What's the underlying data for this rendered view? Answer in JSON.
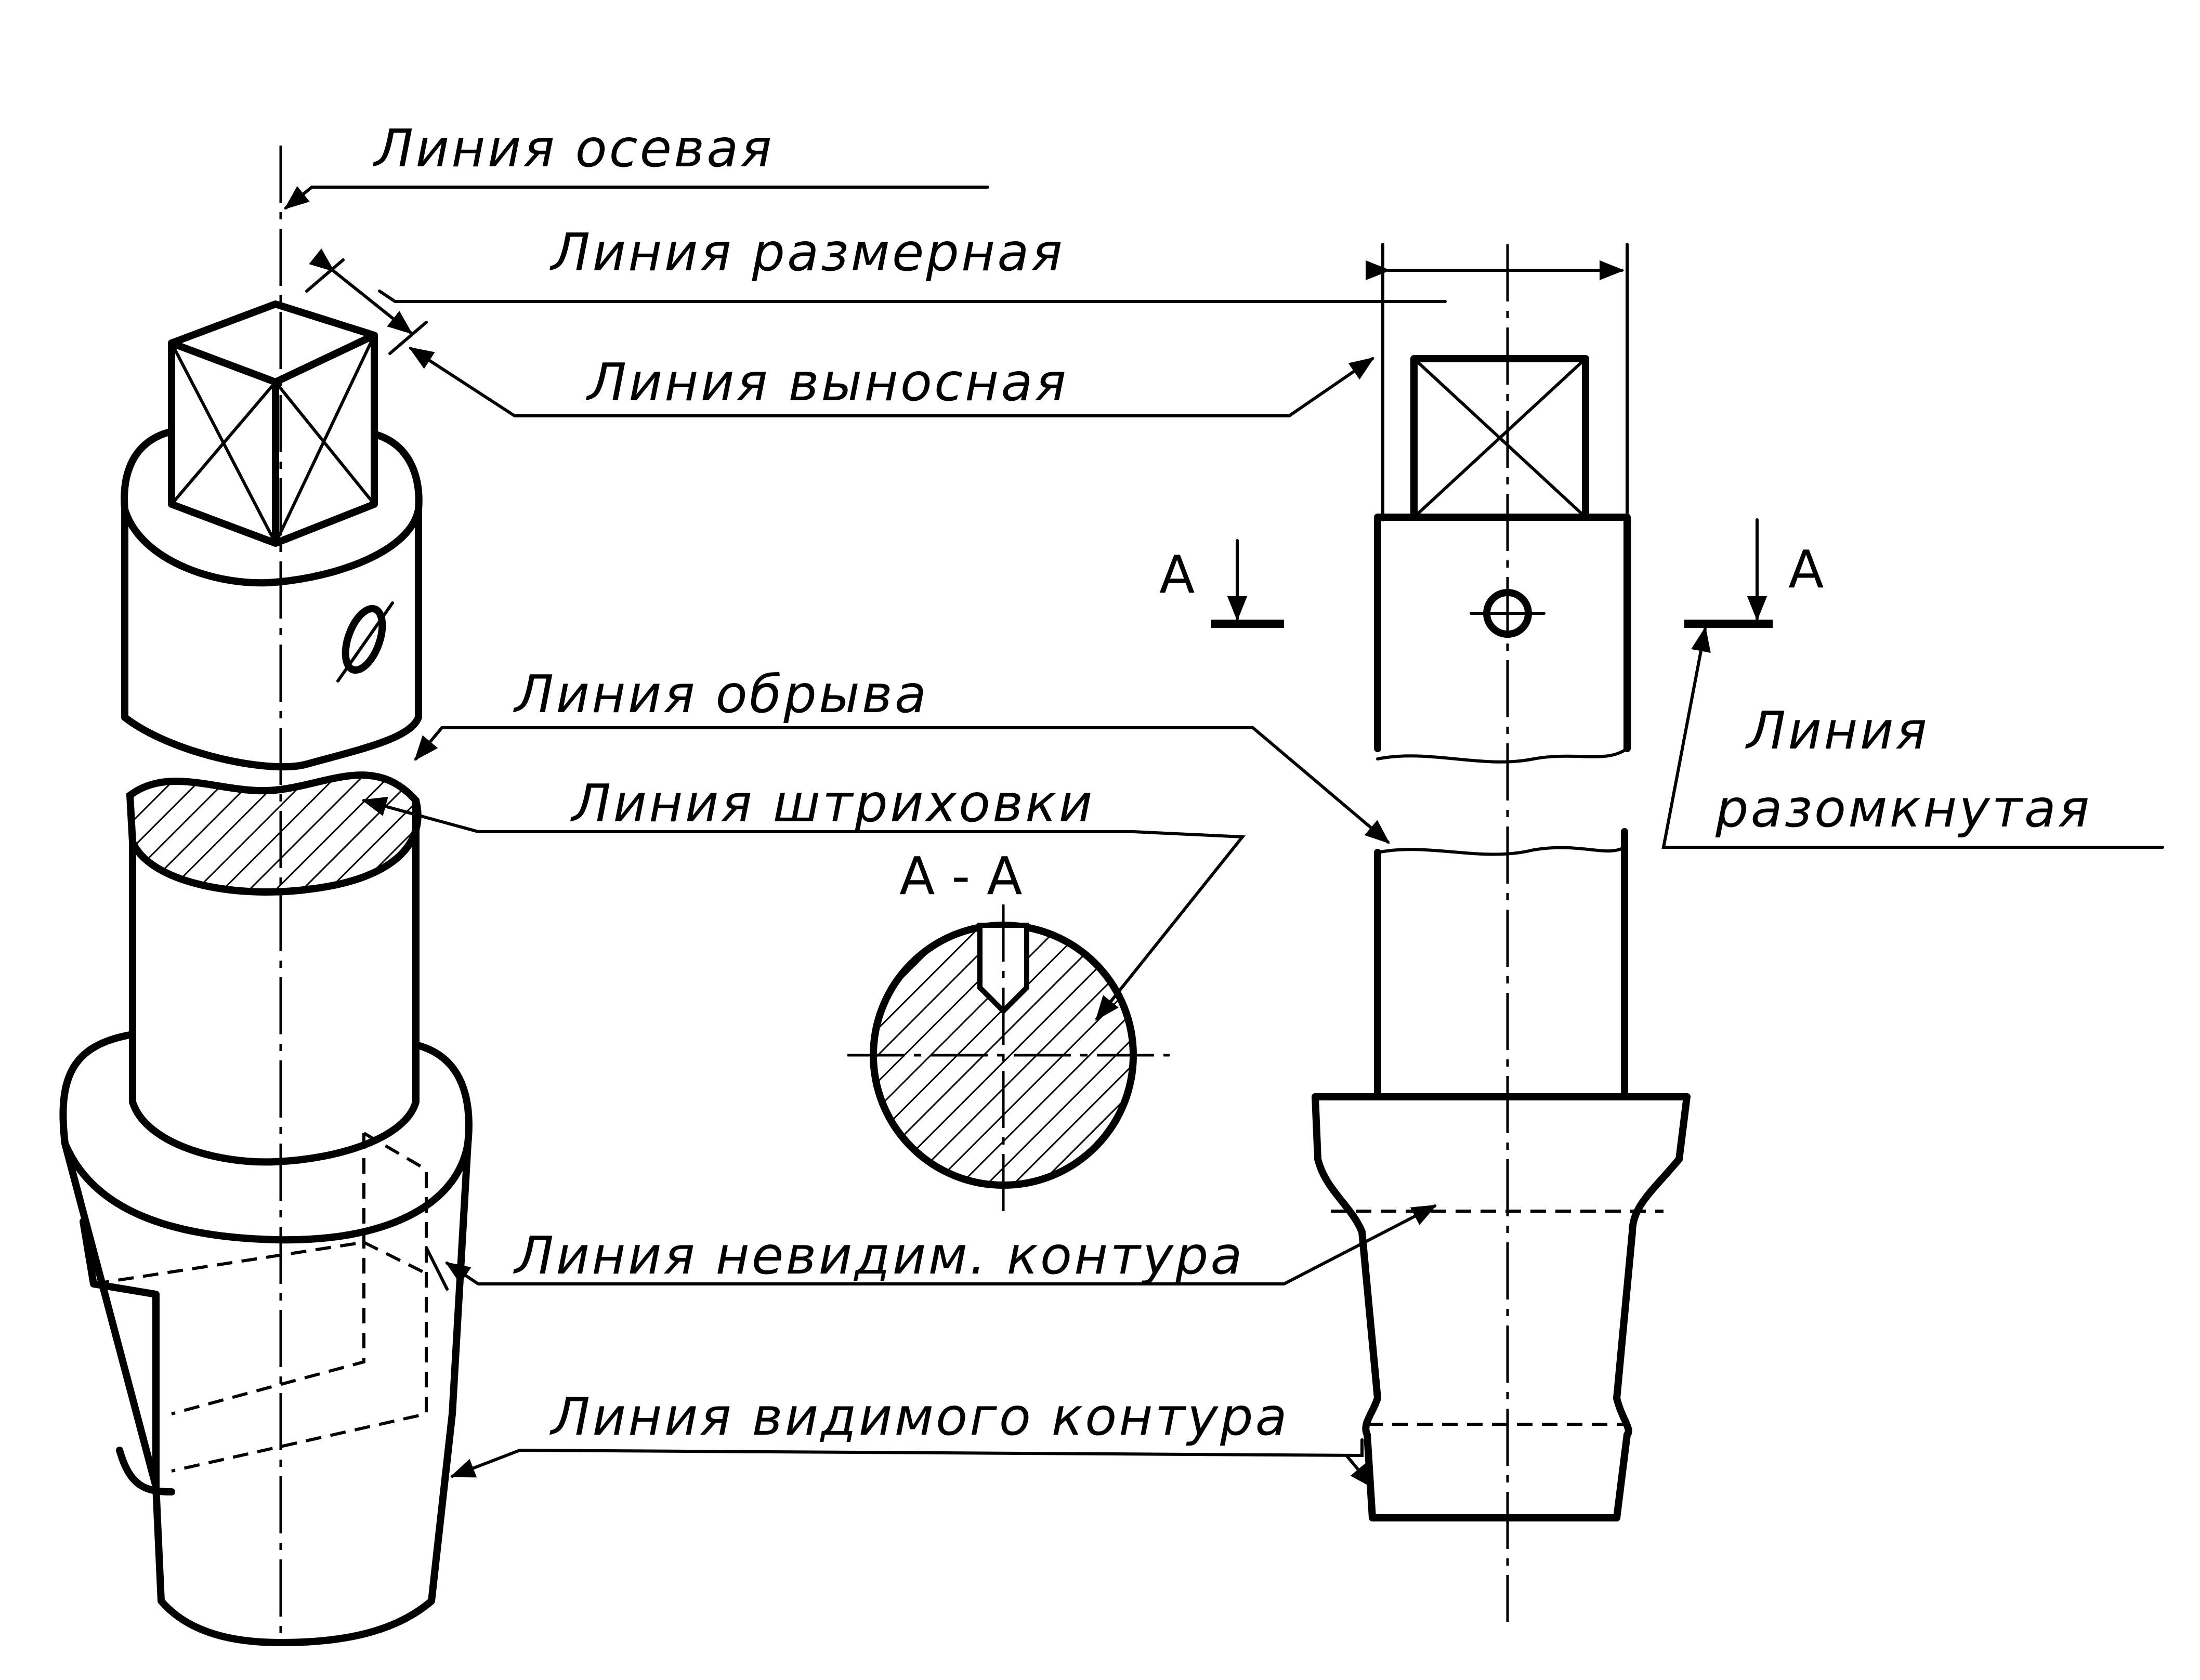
{
  "labels": {
    "axis": "Линия осевая",
    "dimension": "Линия размерная",
    "extension": "Линия выносная",
    "break": "Линия обрыва",
    "hatching": "Линия штриховки",
    "open_line_1": "Линия",
    "open_line_2": "разомкнутая",
    "hidden": "Линия невидим. контура",
    "visible": "Линия видимого контура"
  },
  "section": {
    "title": "А - А",
    "marker_left": "А",
    "marker_right": "А"
  },
  "colors": {
    "ink": "#000000",
    "paper": "#ffffff"
  }
}
